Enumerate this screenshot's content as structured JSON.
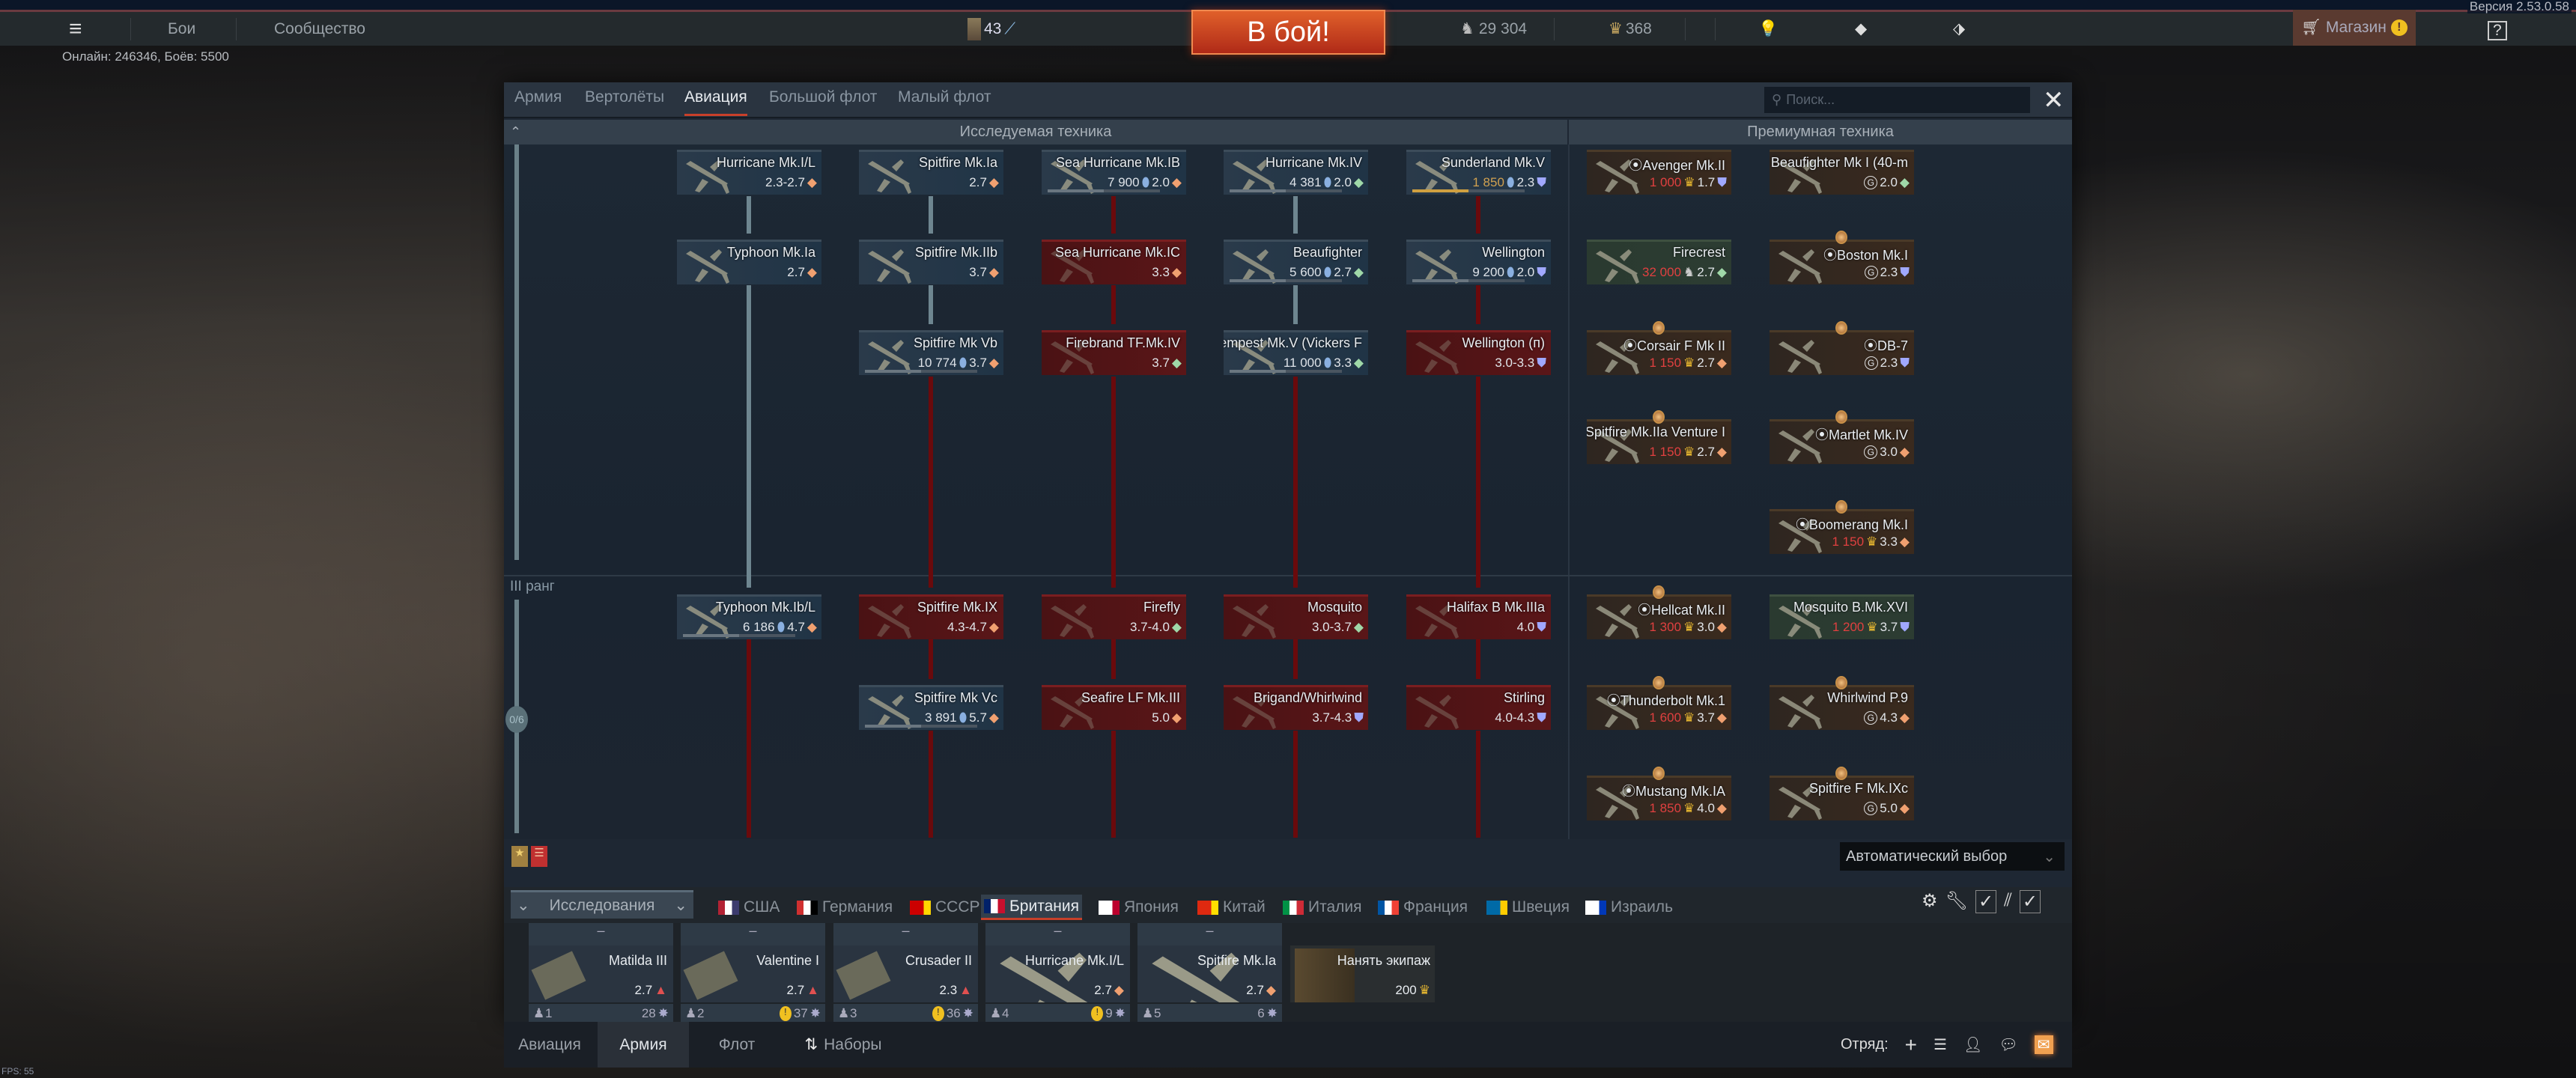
{
  "topbar": {
    "menu_icon": "hamburger-icon",
    "battles": "Бои",
    "community": "Сообщество",
    "level": "43",
    "battle_button": "В бой!",
    "silver_lions": "29 304",
    "golden_eagles": "368",
    "shop": "Магазин",
    "version": "Версия 2.53.0.58",
    "online": "Онлайн: 246346, Боёв: 5500"
  },
  "panel": {
    "tabs": [
      "Армия",
      "Вертолёты",
      "Авиация",
      "Большой флот",
      "Малый флот"
    ],
    "active_tab": "Авиация",
    "search_placeholder": "Поиск...",
    "header_research": "Исследуемая техника",
    "header_premium": "Премиумная техника",
    "rank_label": "III ранг",
    "rank_progress": "0/6",
    "auto_select": "Автоматический выбор"
  },
  "colors": {
    "accent": "#c8402a",
    "fighter": "#f0a070",
    "attacker": "#9fd8a8",
    "bomber": "#a0a8ff",
    "price_red": "#e04040"
  },
  "research_tree": [
    {
      "name": "Hurricane Mk.I/L",
      "price": "",
      "br": "2.3-2.7",
      "role": "fighter",
      "state": "res"
    },
    {
      "name": "Spitfire Mk.Ia",
      "price": "",
      "br": "2.7",
      "role": "fighter",
      "state": "res"
    },
    {
      "name": "Sea Hurricane Mk.IB",
      "price": "7 900",
      "br": "2.0",
      "role": "fighter",
      "state": "res",
      "currency": "rp"
    },
    {
      "name": "Hurricane Mk.IV",
      "price": "4 381",
      "br": "2.0",
      "role": "attacker",
      "state": "res",
      "currency": "rp"
    },
    {
      "name": "Sunderland Mk.V",
      "price": "1 850",
      "br": "2.3",
      "role": "bomber",
      "state": "res",
      "currency": "rp",
      "price_color": "#d0a050",
      "progress": 0.5
    },
    {
      "name": "Typhoon Mk.Ia",
      "price": "",
      "br": "2.7",
      "role": "fighter",
      "state": "res"
    },
    {
      "name": "Spitfire Mk.IIb",
      "price": "",
      "br": "3.7",
      "role": "fighter",
      "state": "res"
    },
    {
      "name": "Sea Hurricane Mk.IC",
      "price": "",
      "br": "3.3",
      "role": "fighter",
      "state": "lock"
    },
    {
      "name": "Beaufighter",
      "price": "5 600",
      "br": "2.7",
      "role": "attacker",
      "state": "res",
      "currency": "rp"
    },
    {
      "name": "Wellington",
      "price": "9 200",
      "br": "2.0",
      "role": "bomber",
      "state": "res",
      "currency": "rp"
    },
    {
      "name": "Spitfire Mk Vb",
      "price": "10 774",
      "br": "3.7",
      "role": "fighter",
      "state": "res",
      "currency": "rp"
    },
    {
      "name": "Firebrand TF.Mk.IV",
      "price": "",
      "br": "3.7",
      "role": "attacker",
      "state": "lock"
    },
    {
      "name": "Tempest Mk.V (Vickers F",
      "price": "11 000",
      "br": "3.3",
      "role": "attacker",
      "state": "res",
      "currency": "rp"
    },
    {
      "name": "Wellington (п)",
      "price": "",
      "br": "3.0-3.3",
      "role": "bomber",
      "state": "lock"
    },
    {
      "name": "Typhoon Mk.Ib/L",
      "price": "6 186",
      "br": "4.7",
      "role": "fighter",
      "state": "res",
      "currency": "rp"
    },
    {
      "name": "Spitfire Mk.IX",
      "price": "",
      "br": "4.3-4.7",
      "role": "fighter",
      "state": "lock"
    },
    {
      "name": "Firefly",
      "price": "",
      "br": "3.7-4.0",
      "role": "attacker",
      "state": "lock"
    },
    {
      "name": "Mosquito",
      "price": "",
      "br": "3.0-3.7",
      "role": "attacker",
      "state": "lock"
    },
    {
      "name": "Halifax B Mk.IIIa",
      "price": "",
      "br": "4.0",
      "role": "bomber",
      "state": "lock"
    },
    {
      "name": "Spitfire Mk Vc",
      "price": "3 891",
      "br": "5.7",
      "role": "fighter",
      "state": "res",
      "currency": "rp"
    },
    {
      "name": "Seafire LF Mk.III",
      "price": "",
      "br": "5.0",
      "role": "fighter",
      "state": "lock"
    },
    {
      "name": "Brigand/Whirlwind",
      "price": "",
      "br": "3.7-4.3",
      "role": "bomber",
      "state": "lock"
    },
    {
      "name": "Stirling",
      "price": "",
      "br": "4.0-4.3",
      "role": "bomber",
      "state": "lock"
    }
  ],
  "premium_tree": [
    {
      "name": "⦿Avenger Mk.II",
      "price": "1 000",
      "currency": "ge",
      "br": "1.7",
      "role": "bomber",
      "state": "prem"
    },
    {
      "name": "Beaufighter Mk I (40-m",
      "price": "",
      "currency": "gift",
      "br": "2.0",
      "role": "attacker",
      "state": "prem"
    },
    {
      "name": "Firecrest",
      "price": "32 000",
      "currency": "sl",
      "br": "2.7",
      "role": "attacker",
      "state": "premg"
    },
    {
      "name": "⦿Boston Mk.I",
      "price": "",
      "currency": "gift",
      "br": "2.3",
      "role": "bomber",
      "state": "prem"
    },
    {
      "name": "⦿Corsair F Mk II",
      "price": "1 150",
      "currency": "ge",
      "br": "2.7",
      "role": "fighter",
      "state": "prem"
    },
    {
      "name": "⦿DB-7",
      "price": "",
      "currency": "gift",
      "br": "2.3",
      "role": "bomber",
      "state": "prem"
    },
    {
      "name": "Spitfire Mk.IIa Venture I",
      "price": "1 150",
      "currency": "ge",
      "br": "2.7",
      "role": "fighter",
      "state": "prem"
    },
    {
      "name": "⦿Martlet Mk.IV",
      "price": "",
      "currency": "gift",
      "br": "3.0",
      "role": "fighter",
      "state": "prem"
    },
    {
      "name": "⦿Boomerang Mk.I",
      "price": "1 150",
      "currency": "ge",
      "br": "3.3",
      "role": "fighter",
      "state": "prem"
    },
    {
      "name": "⦿Hellcat Mk.II",
      "price": "1 300",
      "currency": "ge",
      "br": "3.0",
      "role": "fighter",
      "state": "prem"
    },
    {
      "name": "Mosquito B.Mk.XVI",
      "price": "1 200",
      "currency": "ge",
      "br": "3.7",
      "role": "bomber",
      "state": "premg"
    },
    {
      "name": "⦿Thunderbolt Mk.1",
      "price": "1 600",
      "currency": "ge",
      "br": "3.7",
      "role": "fighter",
      "state": "prem"
    },
    {
      "name": "Whirlwind P.9",
      "price": "",
      "currency": "gift",
      "br": "4.3",
      "role": "fighter",
      "state": "prem"
    },
    {
      "name": "⦿Mustang Mk.IA",
      "price": "1 850",
      "currency": "ge",
      "br": "4.0",
      "role": "fighter",
      "state": "prem"
    },
    {
      "name": "Spitfire F Mk.IXc",
      "price": "",
      "currency": "gift",
      "br": "5.0",
      "role": "fighter",
      "state": "prem"
    }
  ],
  "research_dropdown": "Исследования",
  "nations": [
    {
      "label": "США",
      "flag": [
        "#b22234",
        "#fff",
        "#3c3b6e"
      ]
    },
    {
      "label": "Германия",
      "flag": [
        "#d03030",
        "#fff",
        "#000"
      ]
    },
    {
      "label": "СССР",
      "flag": [
        "#cc0000",
        "#cc0000",
        "#ffd700"
      ]
    },
    {
      "label": "Британия",
      "flag": [
        "#012169",
        "#fff",
        "#c8102e"
      ],
      "active": true
    },
    {
      "label": "Япония",
      "flag": [
        "#fff",
        "#fff",
        "#bc002d"
      ]
    },
    {
      "label": "Китай",
      "flag": [
        "#de2910",
        "#de2910",
        "#ffde00"
      ]
    },
    {
      "label": "Италия",
      "flag": [
        "#009246",
        "#fff",
        "#ce2b37"
      ]
    },
    {
      "label": "Франция",
      "flag": [
        "#0055a4",
        "#fff",
        "#ef4135"
      ]
    },
    {
      "label": "Швеция",
      "flag": [
        "#006aa7",
        "#006aa7",
        "#fecc00"
      ]
    },
    {
      "label": "Израиль",
      "flag": [
        "#fff",
        "#fff",
        "#0038b8"
      ]
    }
  ],
  "crew": [
    {
      "vehicle": "Matilda III",
      "br": "2.7",
      "slot": "1",
      "count": "28",
      "header": "–"
    },
    {
      "vehicle": "Valentine I",
      "br": "2.7",
      "slot": "2",
      "count": "37",
      "header": "–",
      "warn": "!"
    },
    {
      "vehicle": "Crusader II",
      "br": "2.3",
      "slot": "3",
      "count": "36",
      "header": "–",
      "warn": "!"
    },
    {
      "vehicle": "Hurricane Mk.I/L",
      "br": "2.7",
      "slot": "4",
      "count": "9",
      "header": "–",
      "warn": "!"
    },
    {
      "vehicle": "Spitfire Mk.Ia",
      "br": "2.7",
      "slot": "5",
      "count": "6",
      "header": "–"
    }
  ],
  "hire_crew": {
    "label": "Нанять экипаж",
    "price": "200"
  },
  "bottom": {
    "tabs": [
      "Авиация",
      "Армия",
      "Флот",
      "Наборы"
    ],
    "active": "Армия",
    "squad_label": "Отряд:"
  },
  "fps": "FPS: 55"
}
